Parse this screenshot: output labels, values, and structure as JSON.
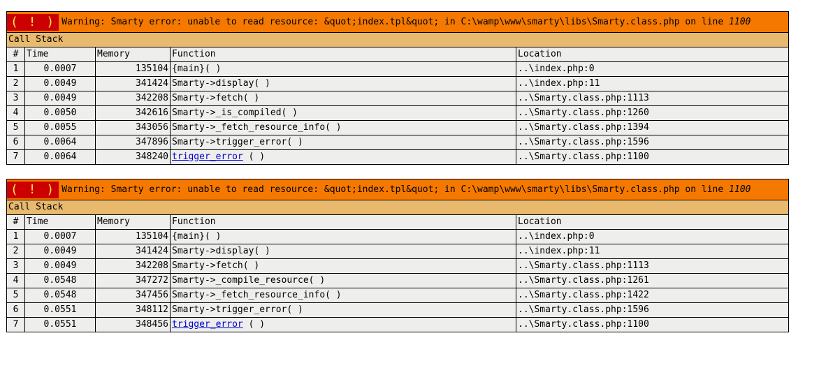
{
  "blocks": [
    {
      "badge": "( ! )",
      "warning": "Warning: Smarty error: unable to read resource: &quot;index.tpl&quot; in C:\\wamp\\www\\smarty\\libs\\Smarty.class.php on line ",
      "line": "1100",
      "call_stack_label": "Call Stack",
      "columns": {
        "num": "#",
        "time": "Time",
        "memory": "Memory",
        "function": "Function",
        "location": "Location"
      },
      "rows": [
        {
          "num": "1",
          "time": "0.0007",
          "memory": "135104",
          "function": "{main}( )",
          "link": "",
          "location": "..\\index.php:0"
        },
        {
          "num": "2",
          "time": "0.0049",
          "memory": "341424",
          "function": "Smarty->display( )",
          "link": "",
          "location": "..\\index.php:11"
        },
        {
          "num": "3",
          "time": "0.0049",
          "memory": "342208",
          "function": "Smarty->fetch( )",
          "link": "",
          "location": "..\\Smarty.class.php:1113"
        },
        {
          "num": "4",
          "time": "0.0050",
          "memory": "342616",
          "function": "Smarty->_is_compiled( )",
          "link": "",
          "location": "..\\Smarty.class.php:1260"
        },
        {
          "num": "5",
          "time": "0.0055",
          "memory": "343056",
          "function": "Smarty->_fetch_resource_info( )",
          "link": "",
          "location": "..\\Smarty.class.php:1394"
        },
        {
          "num": "6",
          "time": "0.0064",
          "memory": "347896",
          "function": "Smarty->trigger_error( )",
          "link": "",
          "location": "..\\Smarty.class.php:1596"
        },
        {
          "num": "7",
          "time": "0.0064",
          "memory": "348240",
          "function": " ( )",
          "link": "trigger_error",
          "location": "..\\Smarty.class.php:1100"
        }
      ]
    },
    {
      "badge": "( ! )",
      "warning": "Warning: Smarty error: unable to read resource: &quot;index.tpl&quot; in C:\\wamp\\www\\smarty\\libs\\Smarty.class.php on line ",
      "line": "1100",
      "call_stack_label": "Call Stack",
      "columns": {
        "num": "#",
        "time": "Time",
        "memory": "Memory",
        "function": "Function",
        "location": "Location"
      },
      "rows": [
        {
          "num": "1",
          "time": "0.0007",
          "memory": "135104",
          "function": "{main}( )",
          "link": "",
          "location": "..\\index.php:0"
        },
        {
          "num": "2",
          "time": "0.0049",
          "memory": "341424",
          "function": "Smarty->display( )",
          "link": "",
          "location": "..\\index.php:11"
        },
        {
          "num": "3",
          "time": "0.0049",
          "memory": "342208",
          "function": "Smarty->fetch( )",
          "link": "",
          "location": "..\\Smarty.class.php:1113"
        },
        {
          "num": "4",
          "time": "0.0548",
          "memory": "347272",
          "function": "Smarty->_compile_resource( )",
          "link": "",
          "location": "..\\Smarty.class.php:1261"
        },
        {
          "num": "5",
          "time": "0.0548",
          "memory": "347456",
          "function": "Smarty->_fetch_resource_info( )",
          "link": "",
          "location": "..\\Smarty.class.php:1422"
        },
        {
          "num": "6",
          "time": "0.0551",
          "memory": "348112",
          "function": "Smarty->trigger_error( )",
          "link": "",
          "location": "..\\Smarty.class.php:1596"
        },
        {
          "num": "7",
          "time": "0.0551",
          "memory": "348456",
          "function": " ( )",
          "link": "trigger_error",
          "location": "..\\Smarty.class.php:1100"
        }
      ]
    }
  ],
  "colors": {
    "header_bg": "#f57900",
    "badge_bg": "#cc0000",
    "badge_fg": "#fce94f",
    "callstack_bg": "#e9b96e",
    "row_bg": "#eeeeec",
    "link": "#0000cc"
  }
}
